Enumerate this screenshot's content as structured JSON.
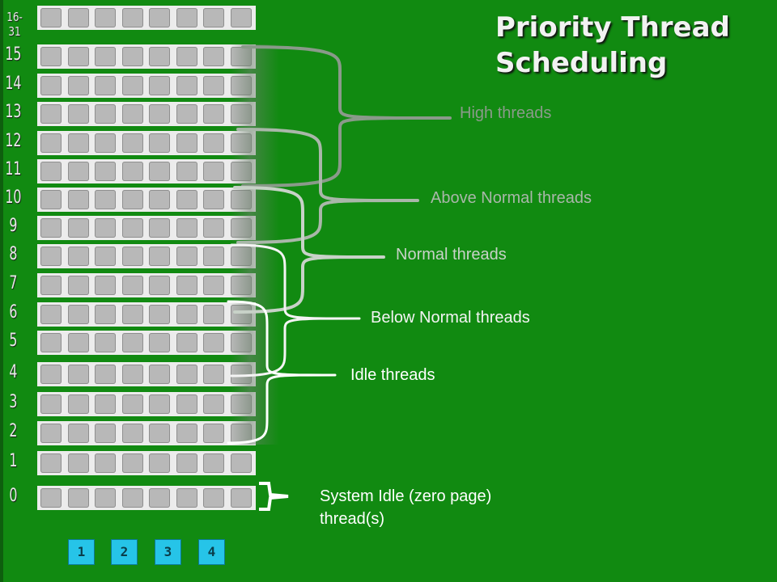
{
  "title": "Priority Thread Scheduling",
  "row_labels": [
    "16-31",
    "15",
    "14",
    "13",
    "12",
    "11",
    "10",
    "9",
    "8",
    "7",
    "6",
    "5",
    "4",
    "3",
    "2",
    "1",
    "0"
  ],
  "categories": [
    {
      "label": "High threads",
      "color": "#8a9a8a"
    },
    {
      "label": "Above Normal threads",
      "color": "#a9b7a9"
    },
    {
      "label": "Normal threads",
      "color": "#c8d2c8"
    },
    {
      "label": "Below Normal threads",
      "color": "#f4f4f4"
    },
    {
      "label": "Idle threads",
      "color": "#ffffff"
    }
  ],
  "system_idle": "System Idle (zero page) thread(s)",
  "processors": [
    "1",
    "2",
    "3",
    "4"
  ]
}
